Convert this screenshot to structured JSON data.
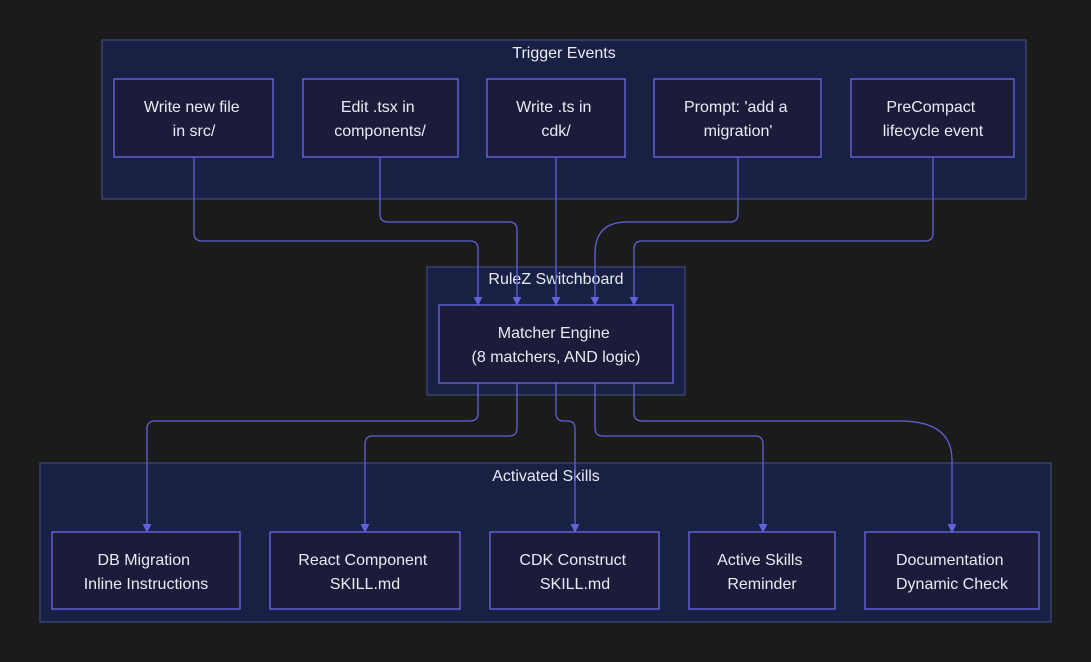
{
  "clusters": {
    "triggers": {
      "title": "Trigger Events"
    },
    "switchboard": {
      "title": "RuleZ Switchboard"
    },
    "skills": {
      "title": "Activated Skills"
    }
  },
  "nodes": {
    "t1": [
      "Write new file",
      "in src/"
    ],
    "t2": [
      "Edit .tsx in",
      "components/"
    ],
    "t3": [
      "Write .ts in",
      "cdk/"
    ],
    "t4": [
      "Prompt: 'add a",
      "migration'"
    ],
    "t5": [
      "PreCompact",
      "lifecycle event"
    ],
    "matcher": [
      "Matcher Engine",
      "(8 matchers, AND logic)"
    ],
    "s1": [
      "DB Migration",
      "Inline Instructions"
    ],
    "s2": [
      "React Component",
      "SKILL.md"
    ],
    "s3": [
      "CDK Construct",
      "SKILL.md"
    ],
    "s4": [
      "Active Skills",
      "Reminder"
    ],
    "s5": [
      "Documentation",
      "Dynamic Check"
    ]
  },
  "edges": [
    {
      "from": "t1",
      "to": "matcher"
    },
    {
      "from": "t2",
      "to": "matcher"
    },
    {
      "from": "t3",
      "to": "matcher"
    },
    {
      "from": "t4",
      "to": "matcher"
    },
    {
      "from": "t5",
      "to": "matcher"
    },
    {
      "from": "matcher",
      "to": "s1"
    },
    {
      "from": "matcher",
      "to": "s2"
    },
    {
      "from": "matcher",
      "to": "s3"
    },
    {
      "from": "matcher",
      "to": "s4"
    },
    {
      "from": "matcher",
      "to": "s5"
    }
  ],
  "colors": {
    "background": "#1b1b1b",
    "cluster_fill": "#182144",
    "cluster_border": "#3f4b80",
    "node_fill": "#1c1c3a",
    "node_border": "#6a6ae6",
    "edge": "#6161d9",
    "text": "#eaeaf4"
  }
}
